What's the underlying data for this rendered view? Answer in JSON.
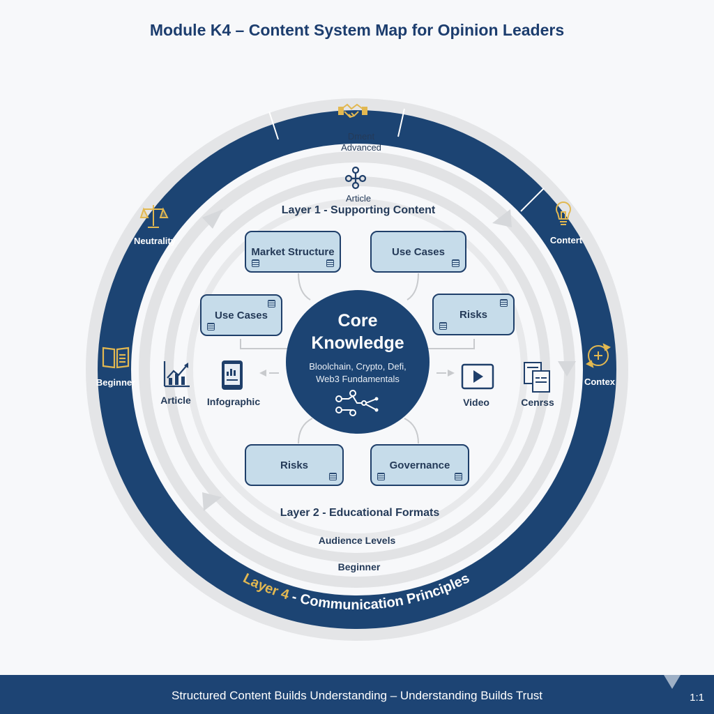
{
  "title": "Module K4 – Content System Map for Opinion Leaders",
  "colors": {
    "navy": "#1c4473",
    "gold": "#e2b851",
    "node_fill": "#c6dcea",
    "ring_gray": "#e2e3e5",
    "text_dark": "#243a58"
  },
  "outer_ring": {
    "label_prefix": "Layer 4",
    "label_suffix": " - Communication Principles",
    "segments": [
      {
        "icon": "handshake-icon",
        "label_line1": "Dment",
        "label_line2": "Advanced"
      },
      {
        "icon": "lightbulb-icon",
        "label": "Contert"
      },
      {
        "icon": "cycle-icon",
        "label": "Contex"
      },
      {
        "icon": "open-book-icon",
        "label": "Beginner"
      },
      {
        "icon": "scales-icon",
        "label": "Neutrality"
      }
    ]
  },
  "layer1": {
    "title": "Layer 1 - Supporting Content",
    "top_icon": "network-icon",
    "top_label": "Article"
  },
  "layer2": {
    "title": "Layer 2 - Educational Formats",
    "formats": [
      {
        "icon": "chart-growth-icon",
        "label": "Article"
      },
      {
        "icon": "tablet-infographic-icon",
        "label": "Infographic"
      },
      {
        "icon": "video-play-icon",
        "label": "Video"
      },
      {
        "icon": "documents-icon",
        "label": "Cenrss"
      }
    ]
  },
  "layer3": {
    "title": "Audience Levels",
    "level": "Beginner"
  },
  "core": {
    "title_line1": "Core",
    "title_line2": "Knowledge",
    "subtitle_line1": "Bloolchain, Crypto, Defi,",
    "subtitle_line2": "Web3 Fundamentals",
    "icon": "network-nodes-icon"
  },
  "nodes": [
    {
      "label": "Market Structure"
    },
    {
      "label": "Use Cases"
    },
    {
      "label": "Use Cases"
    },
    {
      "label": "Risks"
    },
    {
      "label": "Risks"
    },
    {
      "label": "Governance"
    }
  ],
  "footer": {
    "message": "Structured Content Builds Understanding – Understanding Builds Trust",
    "ratio": "1:1"
  }
}
